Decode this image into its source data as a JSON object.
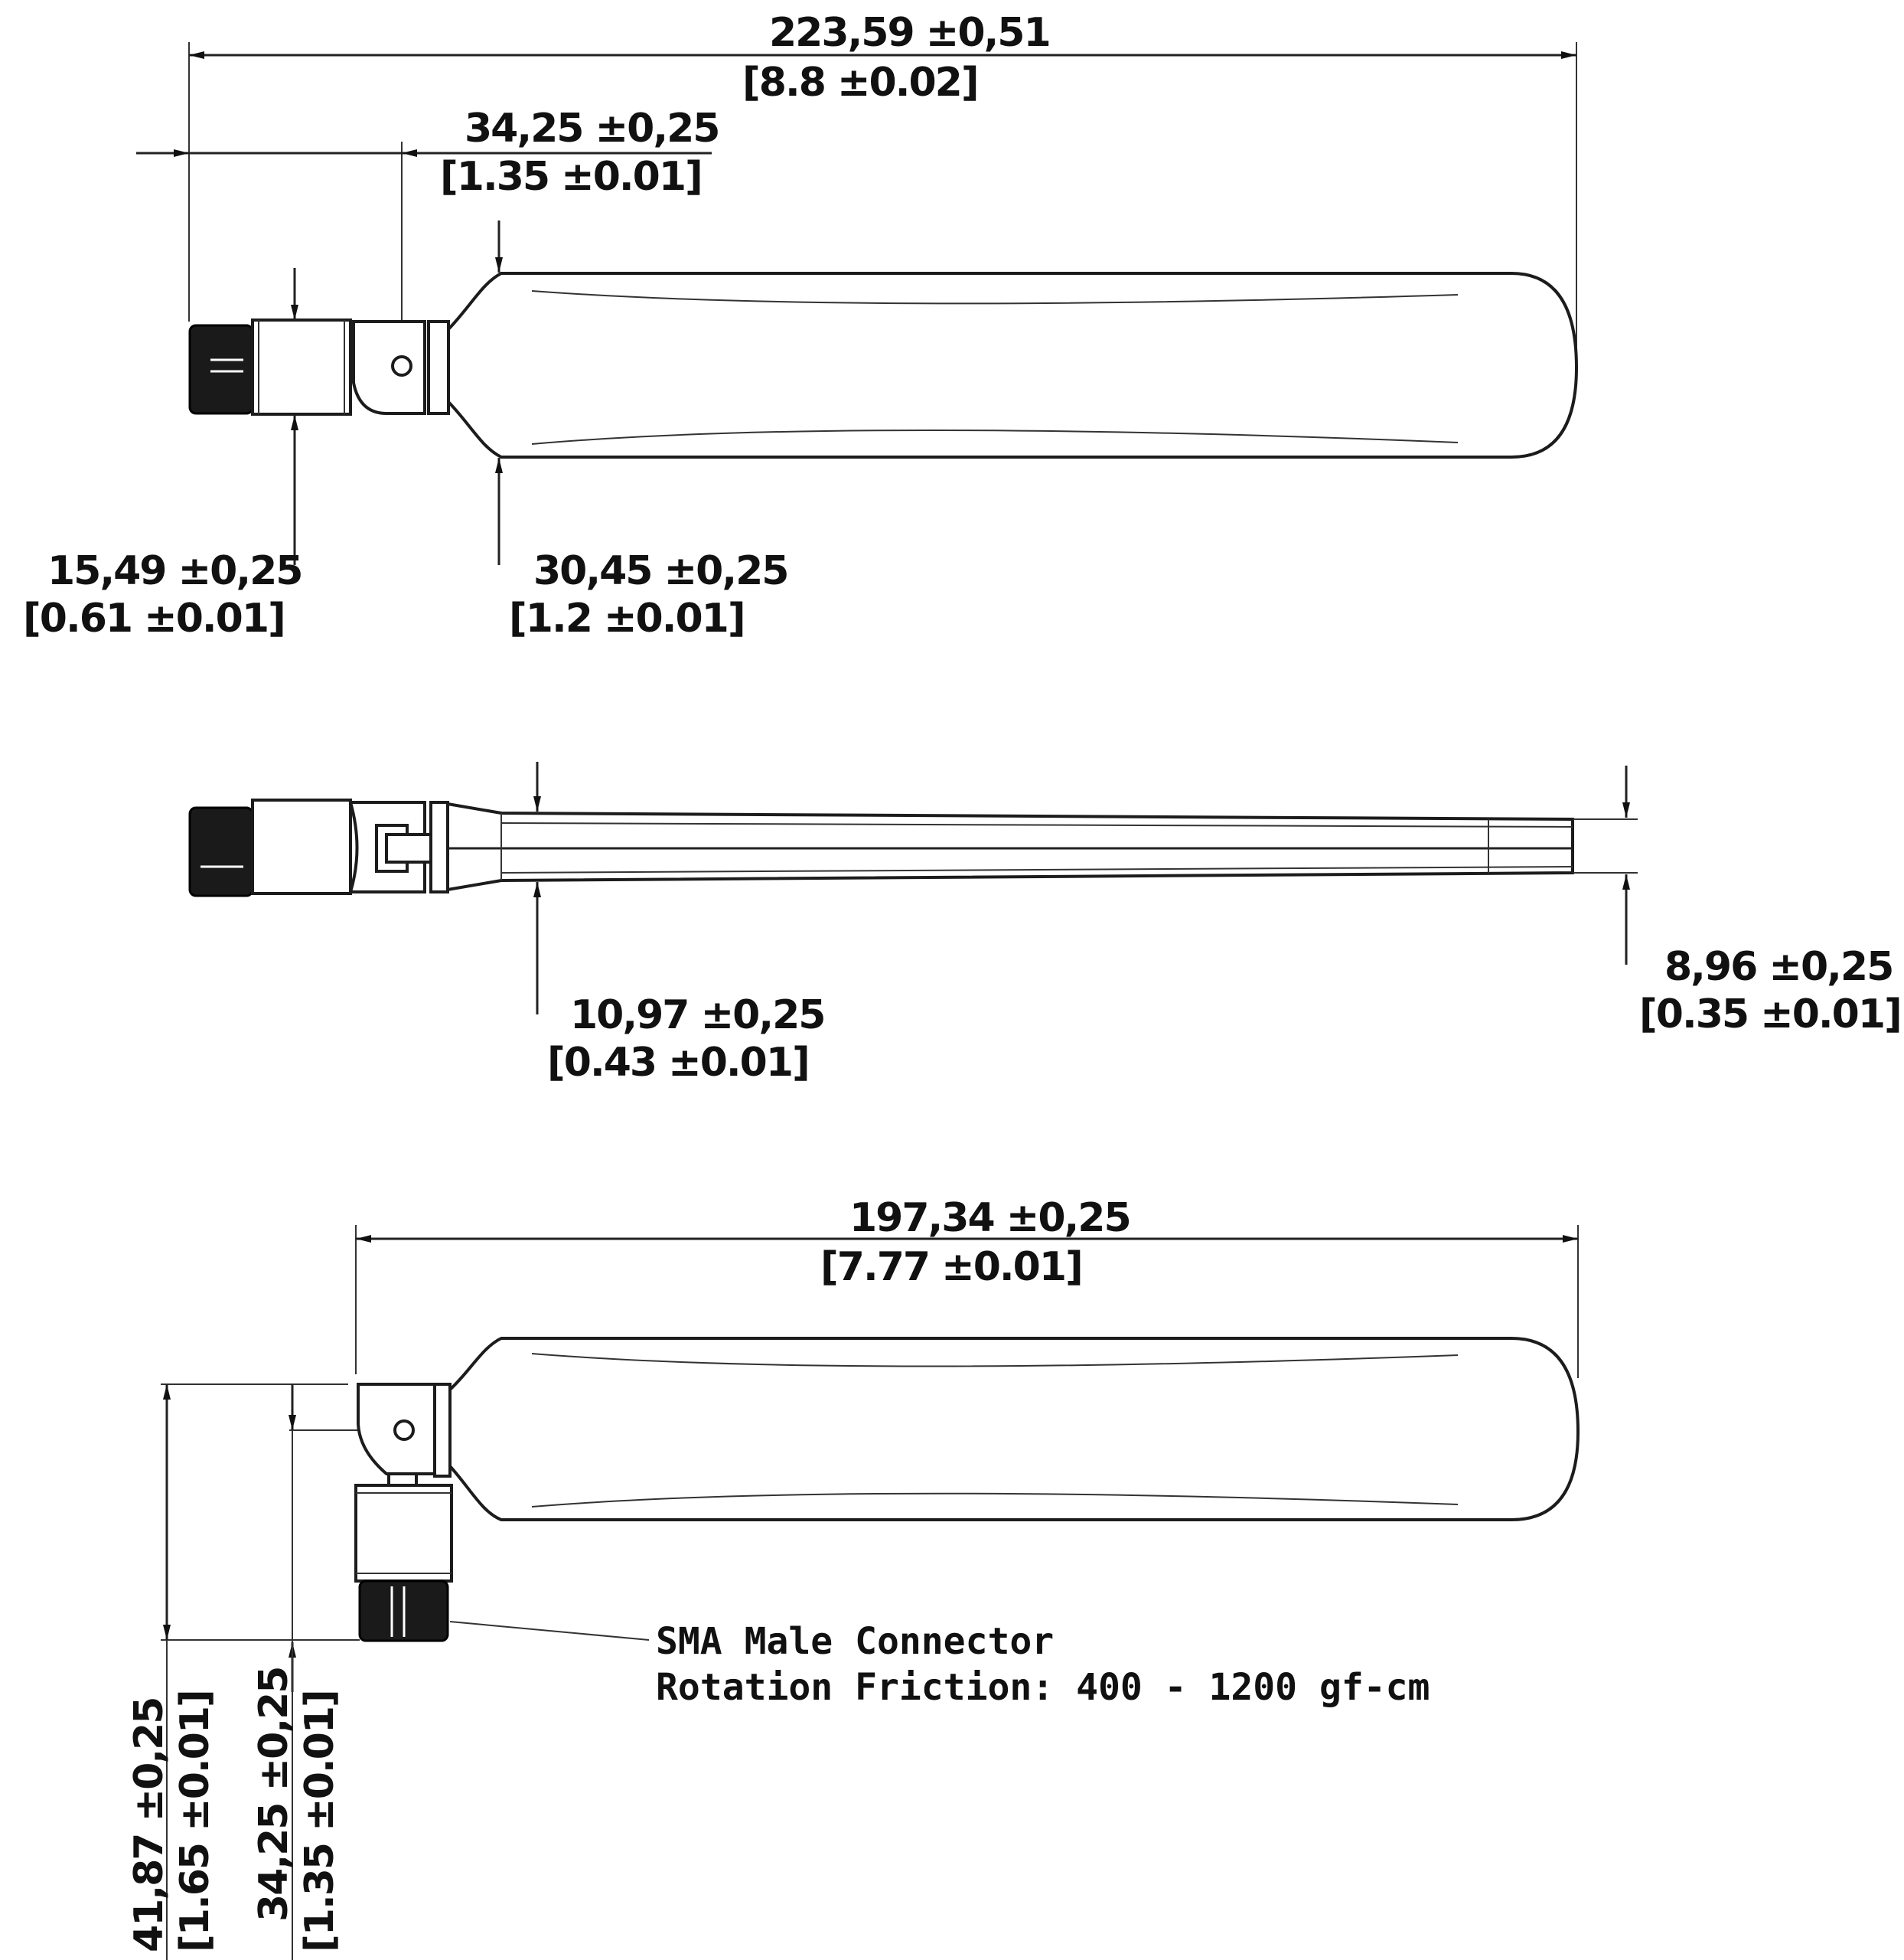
{
  "dimensions": {
    "overall_length": {
      "metric": "223,59 ±0,51",
      "imperial": "[8.8 ±0.02]"
    },
    "connector_length": {
      "metric": "34,25 ±0,25",
      "imperial": "[1.35 ±0.01]"
    },
    "connector_dia": {
      "metric": "15,49 ±0,25",
      "imperial": "[0.61 ±0.01]"
    },
    "blade_width": {
      "metric": "30,45 ±0,25",
      "imperial": "[1.2 ±0.01]"
    },
    "blade_thick_base": {
      "metric": "10,97 ±0,25",
      "imperial": "[0.43 ±0.01]"
    },
    "blade_thick_tip": {
      "metric": "8,96 ±0,25",
      "imperial": "[0.35 ±0.01]"
    },
    "bent_length": {
      "metric": "197,34 ±0,25",
      "imperial": "[7.77 ±0.01]"
    },
    "bent_height": {
      "metric": "41,87 ±0,25",
      "imperial": "[1.65 ±0.01]"
    },
    "bent_offset": {
      "metric": "34,25 ±0,25",
      "imperial": "[1.35 ±0.01]"
    }
  },
  "note": {
    "line1": "SMA Male Connector",
    "line2": "Rotation Friction: 400 - 1200 gf-cm"
  }
}
